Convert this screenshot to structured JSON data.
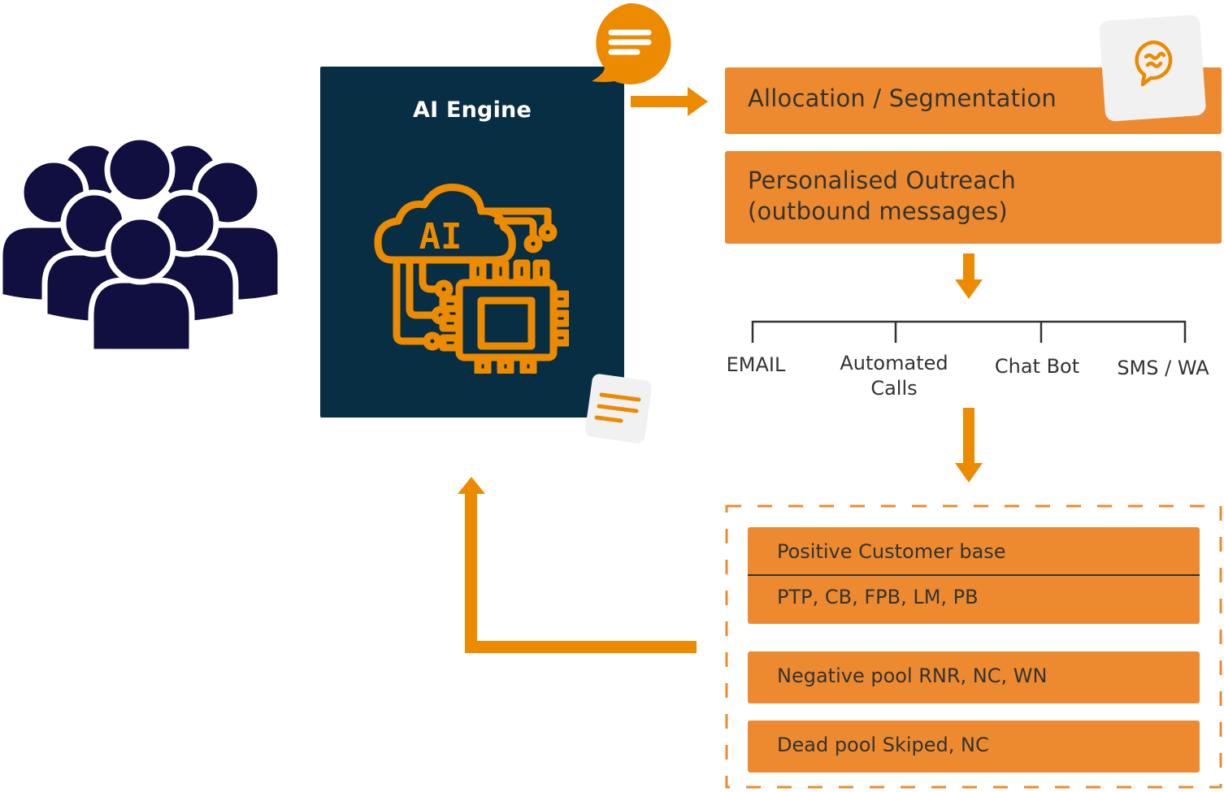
{
  "diagram": {
    "colors": {
      "accent_orange": "#ed8a2f",
      "arrow_orange": "#ec8b00",
      "engine_navy": "#082e44",
      "people_navy": "#110e40",
      "text_dark": "#333333",
      "card_grey": "#f1f1f1"
    },
    "icons": {
      "people": "people-group-icon",
      "ai_chip": "ai-cloud-chip-icon",
      "chat": "chat-bubble-icon",
      "note": "note-card-icon",
      "speech": "speech-bubble-icon"
    },
    "ai_engine": {
      "title": "AI Engine",
      "icon_text": "AI"
    },
    "steps": {
      "allocation": "Allocation / Segmentation",
      "outreach_line1": "Personalised Outreach",
      "outreach_line2": "(outbound messages)"
    },
    "channels": [
      {
        "label": "EMAIL"
      },
      {
        "label": "Automated Calls"
      },
      {
        "label": "Chat Bot"
      },
      {
        "label": "SMS / WA"
      }
    ],
    "results": {
      "positive_title": "Positive Customer base",
      "positive_codes": "PTP, CB, FPB, LM, PB",
      "negative": "Negative pool RNR, NC, WN",
      "dead": "Dead pool Skiped, NC"
    }
  }
}
